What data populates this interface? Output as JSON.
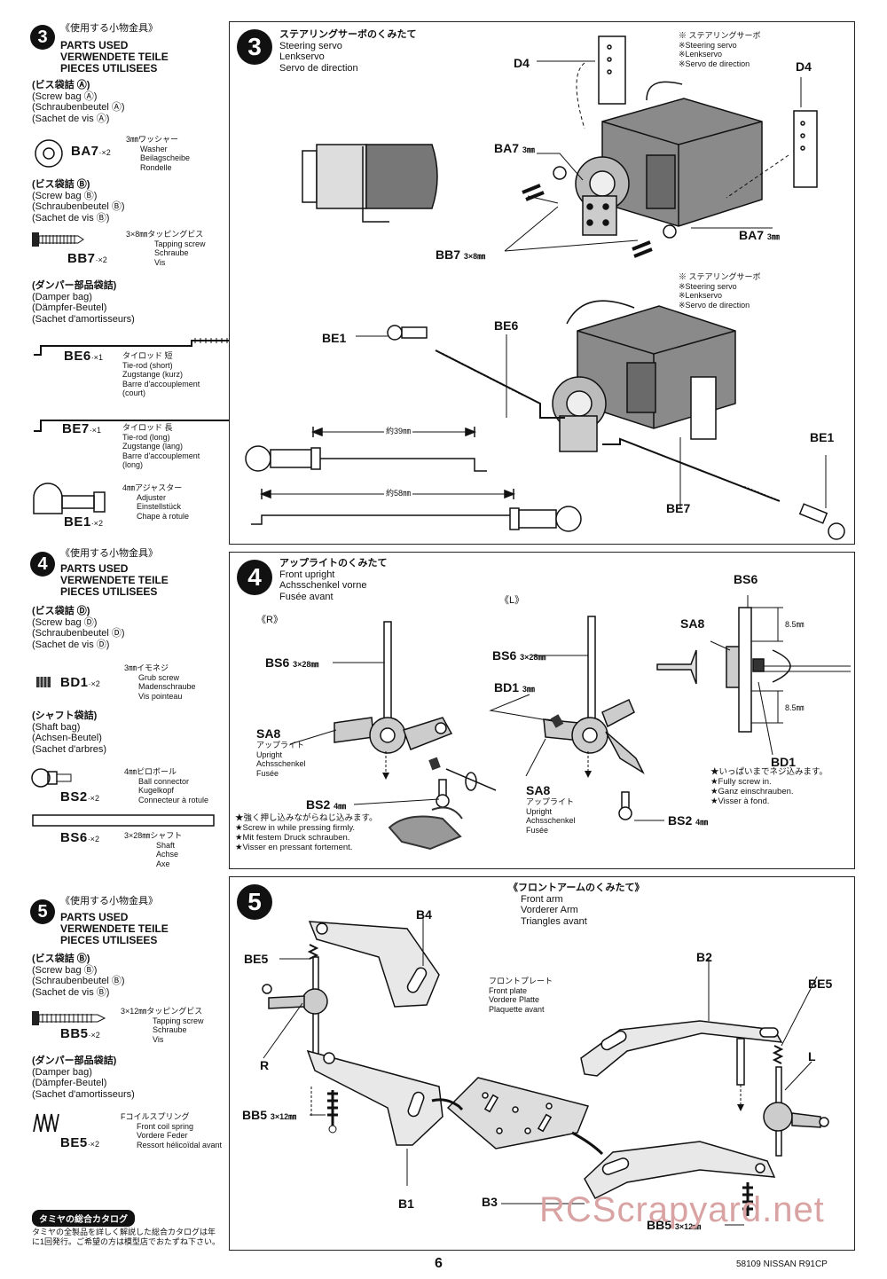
{
  "sidebar": {
    "step3": {
      "num": "3",
      "jp_title": "《使用する小物金具》",
      "title_en": "PARTS USED",
      "title_de": "VERWENDETE TEILE",
      "title_fr": "PIECES UTILISEES",
      "bagA_jp": "(ビス袋詰 Ⓐ)",
      "bagA_en": "(Screw bag Ⓐ)",
      "bagA_de": "(Schraubenbeutel Ⓐ)",
      "bagA_fr": "(Sachet de vis Ⓐ)",
      "ba7": {
        "code": "BA7",
        "qty": "·×2",
        "jp": "3㎜ワッシャー",
        "en": "Washer",
        "de": "Beilagscheibe",
        "fr": "Rondelle"
      },
      "bagB_jp": "(ビス袋詰 Ⓑ)",
      "bagB_en": "(Screw bag Ⓑ)",
      "bagB_de": "(Schraubenbeutel Ⓑ)",
      "bagB_fr": "(Sachet de vis Ⓑ)",
      "bb7": {
        "code": "BB7",
        "qty": "·×2",
        "jp": "3×8㎜タッピングビス",
        "en": "Tapping screw",
        "de": "Schraube",
        "fr": "Vis"
      },
      "damper_jp": "(ダンパー部品袋詰)",
      "damper_en": "(Damper bag)",
      "damper_de": "(Dämpfer-Beutel)",
      "damper_fr": "(Sachet d'amortisseurs)",
      "be6": {
        "code": "BE6",
        "qty": "·×1",
        "jp": "タイロッド 短",
        "en": "Tie-rod (short)",
        "de": "Zugstange (kurz)",
        "fr1": "Barre d'accouplement",
        "fr2": "(court)"
      },
      "be7": {
        "code": "BE7",
        "qty": "·×1",
        "jp": "タイロッド 長",
        "en": "Tie-rod (long)",
        "de": "Zugstange (lang)",
        "fr1": "Barre d'accouplement",
        "fr2": "(long)"
      },
      "be1": {
        "code": "BE1",
        "qty": "·×2",
        "jp": "4㎜アジャスター",
        "en": "Adjuster",
        "de": "Einstellstück",
        "fr": "Chape à rotule"
      }
    },
    "step4": {
      "num": "4",
      "jp_title": "《使用する小物金具》",
      "title_en": "PARTS USED",
      "title_de": "VERWENDETE TEILE",
      "title_fr": "PIECES UTILISEES",
      "bagD_jp": "(ビス袋詰 Ⓓ)",
      "bagD_en": "(Screw bag Ⓓ)",
      "bagD_de": "(Schraubenbeutel Ⓓ)",
      "bagD_fr": "(Sachet de vis Ⓓ)",
      "bd1": {
        "code": "BD1",
        "qty": "·×2",
        "jp": "3㎜イモネジ",
        "en": "Grub screw",
        "de": "Madenschraube",
        "fr": "Vis pointeau"
      },
      "shaft_jp": "(シャフト袋詰)",
      "shaft_en": "(Shaft bag)",
      "shaft_de": "(Achsen-Beutel)",
      "shaft_fr": "(Sachet d'arbres)",
      "bs2": {
        "code": "BS2",
        "qty": "·×2",
        "jp": "4㎜ピロボール",
        "en": "Ball connector",
        "de": "Kugelkopf",
        "fr": "Connecteur à rotule"
      },
      "bs6": {
        "code": "BS6",
        "qty": "·×2",
        "jp": "3×28㎜シャフト",
        "en": "Shaft",
        "de": "Achse",
        "fr": "Axe"
      }
    },
    "step5": {
      "num": "5",
      "jp_title": "《使用する小物金具》",
      "title_en": "PARTS USED",
      "title_de": "VERWENDETE TEILE",
      "title_fr": "PIECES UTILISEES",
      "bagB_jp": "(ビス袋詰 Ⓑ)",
      "bagB_en": "(Screw bag Ⓑ)",
      "bagB_de": "(Schraubenbeutel Ⓑ)",
      "bagB_fr": "(Sachet de vis Ⓑ)",
      "bb5": {
        "code": "BB5",
        "qty": "·×2",
        "jp": "3×12㎜タッピングビス",
        "en": "Tapping screw",
        "de": "Schraube",
        "fr": "Vis"
      },
      "damper_jp": "(ダンパー部品袋詰)",
      "damper_en": "(Damper bag)",
      "damper_de": "(Dämpfer-Beutel)",
      "damper_fr": "(Sachet d'amortisseurs)",
      "be5": {
        "code": "BE5",
        "qty": "·×2",
        "jp": "Fコイルスプリング",
        "en": "Front coil spring",
        "de": "Vordere Feder",
        "fr": "Ressort hélicoïdal avant"
      }
    },
    "catalog": {
      "title": "タミヤの総合カタログ",
      "text1": "タミヤの全製品を詳しく解説した総合カタログは年",
      "text2": "に1回発行。ご希望の方は模型店でおたずね下さい。"
    }
  },
  "panel3": {
    "num": "3",
    "jp": "ステアリングサーボのくみたて",
    "en": "Steering servo",
    "de": "Lenkservo",
    "fr": "Servo de direction",
    "servo_note_jp": "※ ステアリングサーボ",
    "servo_note_en": "※Steering servo",
    "servo_note_de": "※Lenkservo",
    "servo_note_fr": "※Servo de direction",
    "labels": {
      "d4_left": "D4",
      "d4_right": "D4",
      "ba7_top": "BA7",
      "ba7_top_size": "3㎜",
      "ba7_bottom": "BA7",
      "ba7_bottom_size": "3㎜",
      "bb7": "BB7",
      "bb7_size": "3×8㎜",
      "be1_left": "BE1",
      "be6": "BE6",
      "be7": "BE7",
      "be1_right": "BE1",
      "dim39": "約39㎜",
      "dim58": "約58㎜"
    }
  },
  "panel4": {
    "num": "4",
    "jp": "アップライトのくみたて",
    "en": "Front upright",
    "de": "Achsschenkel vorne",
    "fr": "Fusée avant",
    "r": "《R》",
    "l": "《L》",
    "bs6_r": "BS6",
    "bs6_r_size": "3×28㎜",
    "bs6_l": "BS6",
    "bs6_l_size": "3×28㎜",
    "bs6_detail": "BS6",
    "bd1": "BD1",
    "bd1_size": "3㎜",
    "bd1_detail": "BD1",
    "sa8_r": "SA8",
    "sa8_r_jp": "アップライト",
    "sa8_r_en": "Upright",
    "sa8_r_de": "Achsschenkel",
    "sa8_r_fr": "Fusée",
    "sa8_l": "SA8",
    "sa8_l_jp": "アップライト",
    "sa8_l_en": "Upright",
    "sa8_l_de": "Achsschenkel",
    "sa8_l_fr": "Fusée",
    "sa8_detail": "SA8",
    "bs2_r": "BS2",
    "bs2_r_size": "4㎜",
    "bs2_l": "BS2",
    "bs2_l_size": "4㎜",
    "dim_top": "8.5㎜",
    "dim_bottom": "8.5㎜",
    "press_jp": "★強く押し込みながらねじ込みます。",
    "press_en": "★Screw in while pressing firmly.",
    "press_de": "★Mit festem Druck schrauben.",
    "press_fr": "★Visser en pressant fortement.",
    "full_jp": "★いっぱいまでネジ込みます。",
    "full_en": "★Fully screw in.",
    "full_de": "★Ganz einschrauben.",
    "full_fr": "★Visser à fond."
  },
  "panel5": {
    "num": "5",
    "jp": "《フロントアームのくみたて》",
    "en": "Front arm",
    "de": "Vorderer Arm",
    "fr": "Triangles avant",
    "plate_jp": "フロントプレート",
    "plate_en": "Front plate",
    "plate_de": "Vordere Platte",
    "plate_fr": "Plaquette avant",
    "labels": {
      "b4": "B4",
      "be5_left": "BE5",
      "r": "R",
      "bb5_left": "BB5",
      "bb5_left_size": "3×12㎜",
      "b1": "B1",
      "b2": "B2",
      "be5_right": "BE5",
      "l": "L",
      "b3": "B3",
      "bb5_right": "BB5",
      "bb5_right_size": "3×12㎜"
    }
  },
  "footer": {
    "page": "6",
    "model": "58109 NISSAN R91CP",
    "watermark": "RCScrapyard.net"
  }
}
